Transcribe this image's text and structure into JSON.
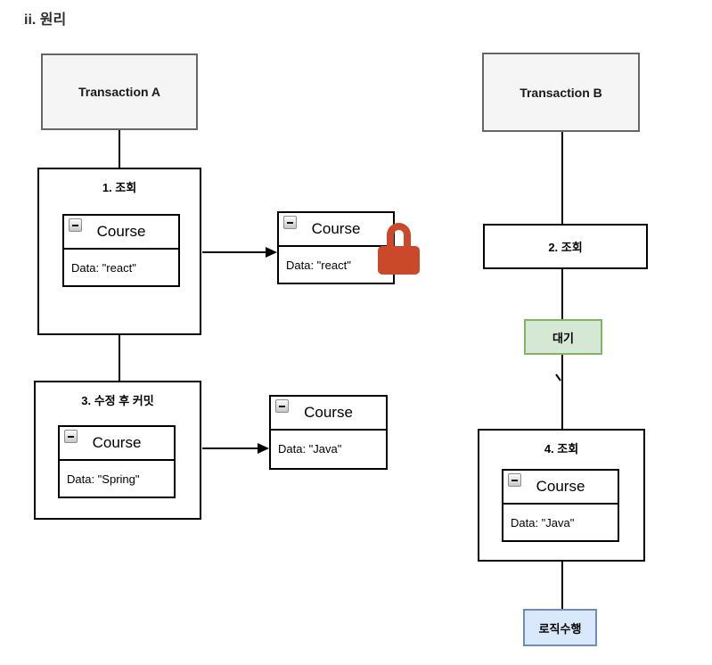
{
  "title": "ii. 원리",
  "colors": {
    "transaction_fill": "#f5f5f5",
    "transaction_border": "#666666",
    "frame_border": "#000000",
    "wait_fill": "#d5e8d4",
    "wait_border": "#82b366",
    "logic_fill": "#dae8fc",
    "logic_border": "#6c8ebf",
    "lock": "#c9492a",
    "connector": "#000000"
  },
  "icons": {
    "collapse": "minus-square-icon",
    "lock": "lock-icon"
  },
  "nodes": {
    "transaction_a": {
      "label": "Transaction A"
    },
    "transaction_b": {
      "label": "Transaction B"
    },
    "step1": {
      "title": "1. 조회",
      "entity": {
        "name": "Course",
        "attribute": "Data: \"react\""
      }
    },
    "locked_copy": {
      "entity": {
        "name": "Course",
        "attribute": "Data: \"react\""
      },
      "locked": true
    },
    "step3": {
      "title": "3. 수정 후 커밋",
      "entity": {
        "name": "Course",
        "attribute": "Data: \"Spring\""
      }
    },
    "committed_copy": {
      "entity": {
        "name": "Course",
        "attribute": "Data: \"Java\""
      }
    },
    "step2": {
      "title": "2. 조회"
    },
    "wait": {
      "label": "대기"
    },
    "step4": {
      "title": "4. 조회",
      "entity": {
        "name": "Course",
        "attribute": "Data: \"Java\""
      }
    },
    "logic": {
      "label": "로직수행"
    }
  }
}
